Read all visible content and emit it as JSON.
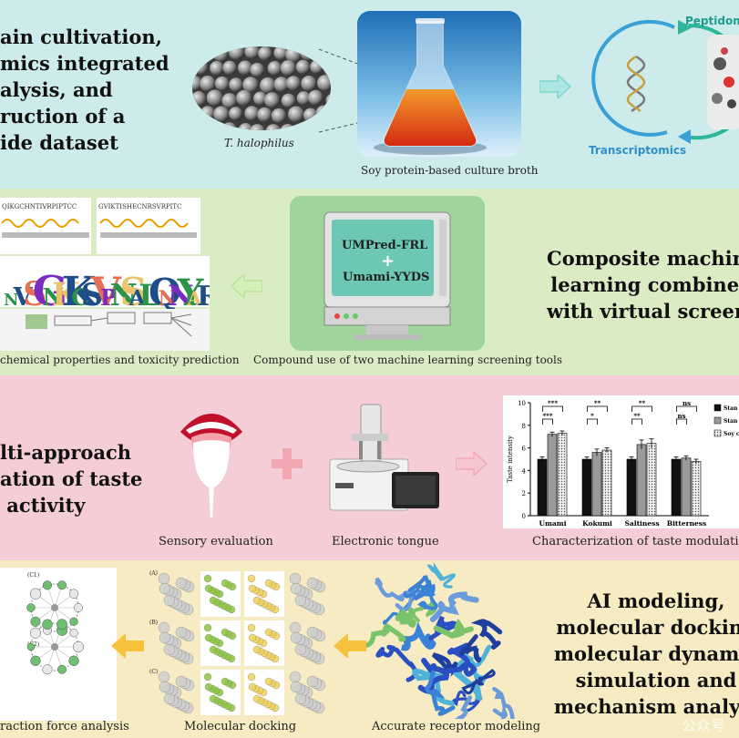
{
  "section1": {
    "title_lines": [
      "ain cultivation,",
      "mics integrated",
      "alysis, and",
      "ruction of a",
      "ide dataset"
    ],
    "microbe_label": "T. halophilus",
    "flask_caption": "Soy protein-based culture broth",
    "omics_top": "Peptidom",
    "omics_bottom": "Transcriptomics",
    "colors": {
      "band": "#cdebea",
      "arrow": "#7fd6d0",
      "ring_blue": "#3aa0d8",
      "ring_green": "#2fb59a"
    }
  },
  "section2": {
    "screen_line1": "UMPred-FRL",
    "screen_plus": "+",
    "screen_line2": "Umami-YYDS",
    "seq_left": "QIKGCHNTIVRPIPTCC",
    "seq_right": "GVIKTISHECNRSVRPITC",
    "left_caption": "chemical properties and toxicity prediction",
    "center_caption": "Compound use of two machine learning screening tools",
    "title_lines": [
      "Composite machine",
      "learning combined",
      "with virtual screenin"
    ],
    "colors": {
      "band": "#d9ecc4",
      "arrow": "#b9e29a"
    }
  },
  "section3": {
    "title_lines": [
      "lti-approach",
      "ation of taste",
      " activity"
    ],
    "sensory_caption": "Sensory evaluation",
    "tongue_caption": "Electronic tongue",
    "chart_caption": "Characterization of taste modulation",
    "colors": {
      "band": "#f4cdd6",
      "plus": "#f1a8b2",
      "arrow": "#f2a9b6"
    }
  },
  "section4": {
    "title_lines": [
      "AI modeling,",
      "molecular docking",
      "molecular dynamic",
      "simulation and",
      "mechanism analysi"
    ],
    "left_caption": "raction force analysis",
    "docking_caption": "Molecular docking",
    "receptor_caption": "Accurate receptor modeling",
    "panel_labels": [
      "(A)",
      "(B)",
      "(C)"
    ],
    "network_labels": [
      "(C1)",
      "(C2)"
    ],
    "watermark": "公众号",
    "colors": {
      "band": "#f6ebc2",
      "arrow": "#f7c23b"
    }
  },
  "chart_data": {
    "type": "bar",
    "ylabel": "Taste intensity",
    "ylim": [
      0,
      10
    ],
    "yticks": [
      0,
      2,
      4,
      6,
      8,
      10
    ],
    "categories": [
      "Umami",
      "Kokumi",
      "Saltiness",
      "Bitterness"
    ],
    "series": [
      {
        "name": "Stan",
        "values": [
          5.0,
          5.0,
          5.0,
          5.0
        ],
        "errors": [
          0.2,
          0.2,
          0.2,
          0.2
        ],
        "color": "#111111"
      },
      {
        "name": "Stan",
        "values": [
          7.2,
          5.6,
          6.3,
          5.1
        ],
        "errors": [
          0.2,
          0.3,
          0.4,
          0.2
        ],
        "color": "#9a9a9a"
      },
      {
        "name": "Soy c",
        "values": [
          7.3,
          5.8,
          6.4,
          4.8
        ],
        "errors": [
          0.2,
          0.2,
          0.4,
          0.2
        ],
        "color": "#d8d8d8"
      }
    ],
    "significance": [
      {
        "category": "Umami",
        "labels": [
          "***",
          "***"
        ]
      },
      {
        "category": "Kokumi",
        "labels": [
          "**",
          "*"
        ]
      },
      {
        "category": "Saltiness",
        "labels": [
          "**",
          "**"
        ]
      },
      {
        "category": "Bitterness",
        "labels": [
          "ns",
          "ns"
        ]
      }
    ],
    "legend": "right"
  }
}
